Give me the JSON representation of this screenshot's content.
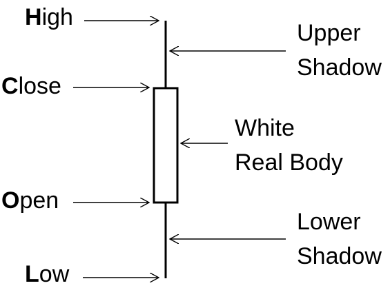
{
  "left_labels": [
    {
      "key": "high",
      "initial": "H",
      "rest": "igh"
    },
    {
      "key": "close",
      "initial": "C",
      "rest": "lose"
    },
    {
      "key": "open",
      "initial": "O",
      "rest": "pen"
    },
    {
      "key": "low",
      "initial": "L",
      "rest": "ow"
    }
  ],
  "callouts": {
    "upper_shadow": {
      "line1": "Upper",
      "line2": "Shadow"
    },
    "real_body": {
      "line1": "White",
      "line2": "Real Body"
    },
    "lower_shadow": {
      "line1": "Lower",
      "line2": "Shadow"
    }
  },
  "colors": {
    "stroke": "#000000",
    "body_fill": "#ffffff",
    "background": "#ffffff"
  }
}
